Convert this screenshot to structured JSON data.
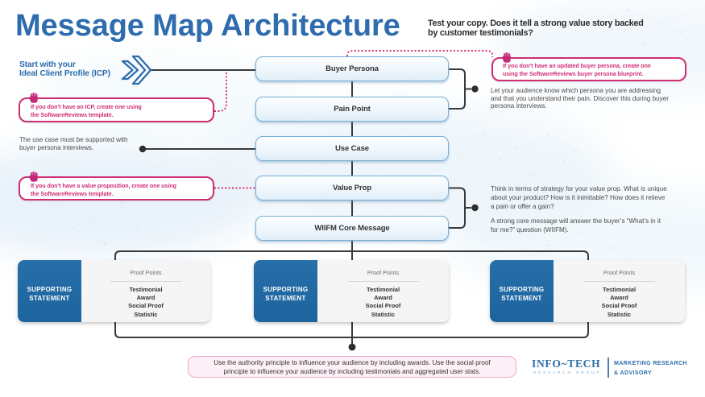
{
  "title": "Message Map Architecture",
  "header_note": {
    "lines": [
      "Test your copy. Does it tell a strong value story backed",
      "by customer testimonials?"
    ]
  },
  "start_label": {
    "lines": [
      "Start with your",
      "Ideal Client Profile (ICP)"
    ]
  },
  "flow_boxes": [
    "Buyer Persona",
    "Pain Point",
    "Use Case",
    "Value Prop",
    "WIIFM Core Message"
  ],
  "callouts": {
    "icp": {
      "lines": [
        "If you don’t have an ICP, create one using",
        "the SoftwareReviews template."
      ]
    },
    "persona": {
      "lines": [
        "If you don’t have an updated buyer persona, create one",
        "using the SoftwareReviews buyer persona blueprint."
      ]
    },
    "value_prop": {
      "lines": [
        "If you don’t have a value proposition, create one using",
        "the SoftwareReviews template."
      ]
    },
    "authority": {
      "lines": [
        "Use the authority principle to influence your audience by including awards. Use the social proof",
        "principle to influence your audience by including testimonials and aggregated user stats."
      ]
    }
  },
  "notes": {
    "use_case": {
      "lines": [
        "The use case must be supported with",
        "buyer persona interviews."
      ]
    },
    "persona_pain": {
      "lines": [
        "Let your audience know which persona you are addressing",
        "and that you understand their pain. Discover this during buyer",
        "persona interviews."
      ]
    },
    "value_think": {
      "lines": [
        "Think in terms of strategy for your value prop. What is unique",
        "about your product? How is it inimitable? How does it relieve",
        "a pain or offer a gain?"
      ]
    },
    "wiifm": {
      "lines": [
        "A strong core message will answer the buyer’s “What’s in it",
        "for me?” question (WIIFM)."
      ]
    }
  },
  "supporting": {
    "label_lines": [
      "SUPPORTING",
      "STATEMENT"
    ],
    "proof_title": "Proof Points",
    "items": [
      "Testimonial",
      "Award",
      "Social Proof",
      "Statistic"
    ]
  },
  "footer": {
    "brand": "INFO~TECH",
    "brand_sub": "RESEARCH GROUP",
    "division_lines": [
      "MARKETING RESEARCH",
      "& ADVISORY"
    ]
  },
  "colors": {
    "title_blue": "#2e6cae",
    "box_border_blue": "#74aed6",
    "magenta": "#cf2d71",
    "line_dark": "#3a3a3a",
    "card_blue": "#2069a4"
  }
}
